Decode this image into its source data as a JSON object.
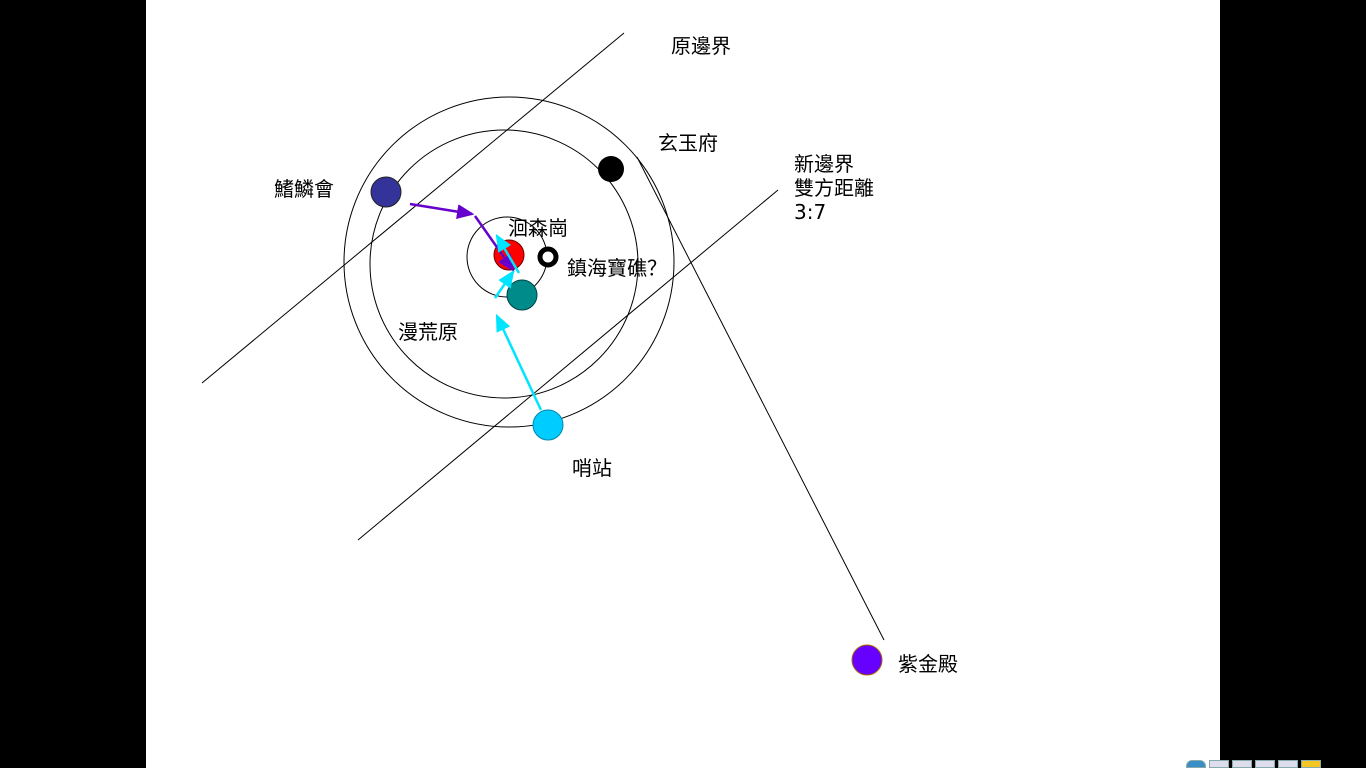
{
  "labels": {
    "old_border": "原邊界",
    "xuanyu": "玄玉府",
    "new_border_1": "新邊界",
    "new_border_2": "雙方距離",
    "new_border_3": "3:7",
    "qilin": "鰭鱗會",
    "huisen": "洄森崗",
    "zhenhai": "鎮海寶礁？",
    "manhuang": "漫荒原",
    "outpost": "哨站",
    "zijin": "紫金殿"
  },
  "colors": {
    "qilin": "#333399",
    "xuanyu": "#000000",
    "huisen": "#ff0000",
    "manhuang": "#008b8b",
    "outpost": "#00ccff",
    "zijin": "#6600ff",
    "arrow_purple": "#6600cc",
    "arrow_cyan": "#00e5ff"
  }
}
